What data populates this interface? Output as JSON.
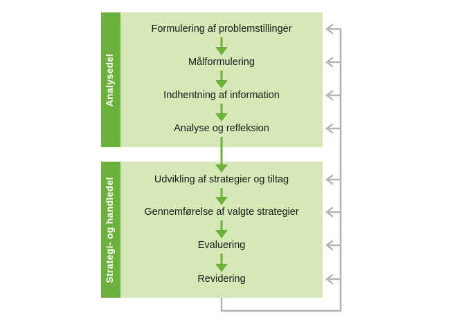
{
  "colors": {
    "panel_fill": "#d5e8b5",
    "tab_fill": "#6cb13d",
    "arrow_green": "#6cb13d",
    "feedback_gray": "#b4b4b4",
    "text": "#1a1a1a"
  },
  "sections": [
    {
      "label": "Analysedel",
      "steps": [
        "Formulering af problemstillinger",
        "Målformulering",
        "Indhentning af information",
        "Analyse og refleksion"
      ]
    },
    {
      "label": "Strategi- og handledel",
      "steps": [
        "Udvikling af strategier og tiltag",
        "Gennemførelse af valgte strategier",
        "Evaluering",
        "Revidering"
      ]
    }
  ]
}
